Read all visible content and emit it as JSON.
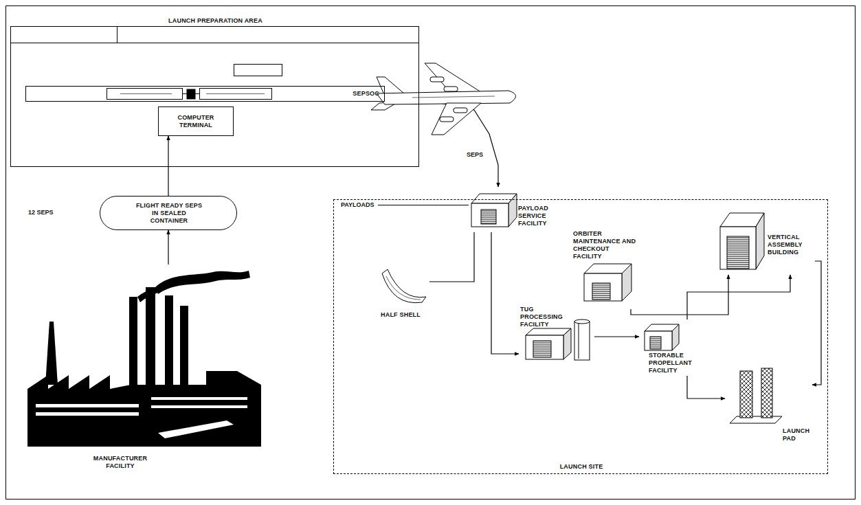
{
  "diagram": {
    "nodes": [
      {
        "text": [
          "LAUNCH PREPARATION AREA"
        ]
      },
      {
        "text": [
          "SEPSOC"
        ],
        "in": 0
      },
      {
        "text": [
          "COMPUTER TERMINAL"
        ],
        "in": 0
      },
      {
        "text": [
          "FLIGHT READY SEPS IN SEALED CONTAINER"
        ]
      },
      {
        "text": [
          "MANUFACTURER FACILITY"
        ]
      },
      {
        "text": [
          "LAUNCH SITE"
        ]
      },
      {
        "text": [
          "PAYLOAD SERVICE FACILITY"
        ],
        "in": 5
      },
      {
        "text": [
          "HALF SHELL"
        ],
        "in": 5
      },
      {
        "text": [
          "TUG PROCESSING FACILITY"
        ],
        "in": 5
      },
      {
        "text": [
          "STORABLE PROPELLANT FACILITY"
        ],
        "in": 5
      },
      {
        "text": [
          "ORBITER MAINTENANCE AND CHECKOUT FACILITY"
        ],
        "in": 5
      },
      {
        "text": [
          "VERTICAL ASSEMBLY BUILDING"
        ],
        "in": 5
      },
      {
        "text": [
          "LAUNCH PAD"
        ],
        "in": 5
      }
    ],
    "edges": [
      {
        "from": 4,
        "to": 3,
        "arrow": "to"
      },
      {
        "from": 3,
        "to": 2,
        "arrow": "to"
      },
      {
        "from": 0,
        "to": 6,
        "label": "SEPS",
        "arrow": "to"
      },
      {
        "from": 7,
        "to": 6,
        "arrow": "none"
      },
      {
        "from": 6,
        "to": 8,
        "arrow": "to"
      },
      {
        "from": 8,
        "to": 9,
        "arrow": "to"
      },
      {
        "from": 10,
        "to": 11,
        "arrow": "to"
      },
      {
        "from": 9,
        "to": 11,
        "arrow": "to"
      },
      {
        "from": 11,
        "to": 12,
        "arrow": "to"
      },
      {
        "from": 9,
        "to": 12,
        "arrow": "to"
      }
    ],
    "labels": [
      "12 SEPS",
      "PAYLOADS"
    ]
  }
}
